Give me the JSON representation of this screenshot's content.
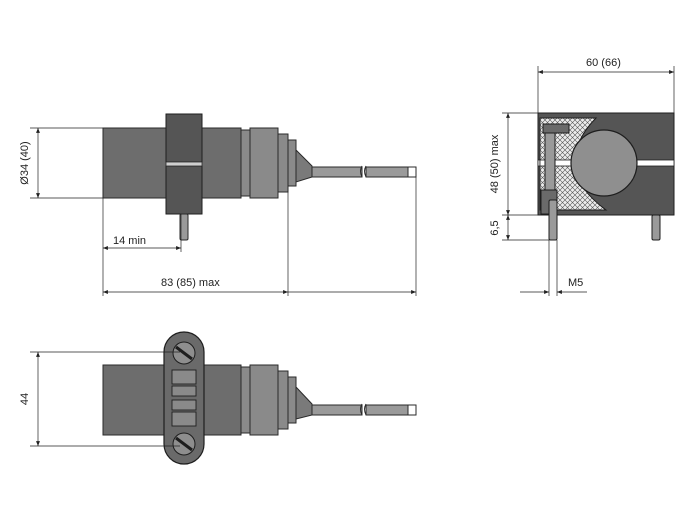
{
  "dimensions": {
    "diameter": "Ø34 (40)",
    "min_length": "14 min",
    "overall_length": "83 (85) max",
    "width_top": "60 (66)",
    "height_max": "48 (50) max",
    "offset": "6,5",
    "thread": "M5",
    "height_side": "44"
  },
  "colors": {
    "body": "#6d6d6d",
    "block": "#555555",
    "line": "#222222",
    "hatch": "#e6e6e6"
  }
}
